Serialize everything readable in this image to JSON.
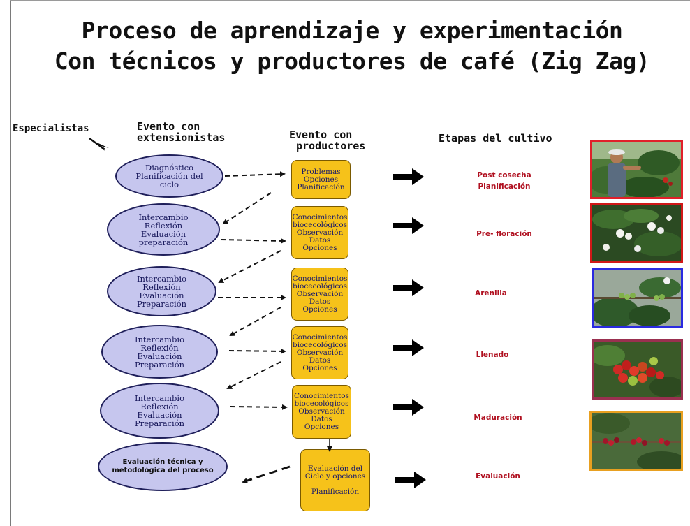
{
  "title": {
    "line1": "Proceso de aprendizaje y experimentación",
    "line2": "Con técnicos y productores de café (Zig Zag)"
  },
  "headers": {
    "especialistas": "Especialistas",
    "extensionistas_line1": "Evento con",
    "extensionistas_line2": "extensionistas",
    "productores_line1": "Evento con",
    "productores_line2": "productores",
    "etapas": "Etapas del cultivo"
  },
  "extensionist_events": [
    {
      "lines": [
        "Diagnóstico",
        "Planificación del",
        "ciclo"
      ]
    },
    {
      "lines": [
        "Intercambio",
        "Reflexión",
        "Evaluación",
        "preparación"
      ]
    },
    {
      "lines": [
        "Intercambio",
        "Reflexión",
        "Evaluación",
        "Preparación"
      ]
    },
    {
      "lines": [
        "Intercambio",
        "Reflexión",
        "Evaluación",
        "Preparación"
      ]
    },
    {
      "lines": [
        "Intercambio",
        "Reflexión",
        "Evaluación",
        "Preparación"
      ]
    },
    {
      "lines": [
        "Evaluación técnica y",
        "metodológica del proceso"
      ]
    }
  ],
  "producer_events": [
    {
      "lines": [
        "Problemas",
        "Opciones",
        "Planificación"
      ]
    },
    {
      "lines": [
        "Conocimientos",
        "biocecológicos",
        "Observación",
        "Datos",
        "Opciones"
      ]
    },
    {
      "lines": [
        "Conocimientos",
        "biocecológicos",
        "Observación",
        "Datos",
        "Opciones"
      ]
    },
    {
      "lines": [
        "Conocimientos",
        "biocecológicos",
        "Observación",
        "Datos",
        "Opciones"
      ]
    },
    {
      "lines": [
        "Conocimientos",
        "biocecológicos",
        "Observación",
        "Datos",
        "Opciones"
      ]
    },
    {
      "lines": [
        "Evaluación del",
        "Ciclo y opciones",
        "",
        "Planificación"
      ]
    }
  ],
  "stages": [
    {
      "lines": [
        "Post cosecha",
        "Planificación"
      ]
    },
    {
      "lines": [
        "Pre- floración"
      ]
    },
    {
      "lines": [
        "Arenilla"
      ]
    },
    {
      "lines": [
        "Llenado"
      ]
    },
    {
      "lines": [
        "Maduración"
      ]
    },
    {
      "lines": [
        "Evaluación"
      ]
    }
  ],
  "photos": [
    {
      "subject": "farmer-in-coffee-plantation-photo",
      "border": "#e0202a"
    },
    {
      "subject": "coffee-flowering-photo",
      "border": "#d01818"
    },
    {
      "subject": "green-coffee-cherries-photo",
      "border": "#2a2ae0"
    },
    {
      "subject": "ripening-coffee-cherries-photo",
      "border": "#9a3050"
    },
    {
      "subject": "ripe-coffee-branch-photo",
      "border": "#e8a020"
    }
  ],
  "colors": {
    "ellipse_fill": "#c6c6ee",
    "box_fill": "#f6c21a",
    "stage_text": "#b01020"
  }
}
